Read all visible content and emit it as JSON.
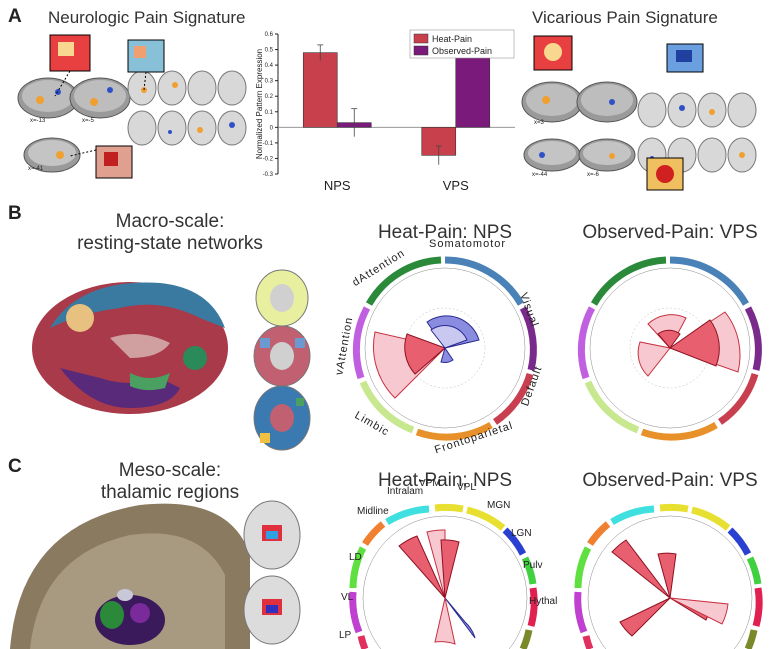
{
  "panels": {
    "a_letter": "A",
    "b_letter": "B",
    "c_letter": "C"
  },
  "panel_a": {
    "left_title": "Neurologic Pain Signature",
    "right_title": "Vicarious Pain Signature",
    "slice_labels_left": [
      "x=-13",
      "x=-5",
      "x=-41"
    ],
    "slice_labels_right": [
      "x=3",
      "x=-44",
      "x=-6"
    ]
  },
  "panel_b": {
    "title_line1": "Macro-scale:",
    "title_line2": "resting-state networks",
    "polar_left_title": "Heat-Pain: NPS",
    "polar_right_title": "Observed-Pain: VPS",
    "network_labels": [
      "Somatomotor",
      "Visual",
      "Default",
      "Frontoparietal",
      "Limbic",
      "vAttention",
      "dAttention"
    ]
  },
  "panel_c": {
    "title_line1": "Meso-scale:",
    "title_line2": "thalamic regions",
    "polar_left_title": "Heat-Pain: NPS",
    "polar_right_title": "Observed-Pain: VPS",
    "region_labels": [
      "VPM",
      "VPL",
      "MGN",
      "LGN",
      "Pulv",
      "Hythal",
      "LP",
      "VL",
      "LD",
      "Midline",
      "Intralam"
    ]
  },
  "colors": {
    "heat_pain": "#c8404c",
    "observed_pain": "#7a1a7a",
    "positive_wedge": "#f19aa6",
    "negative_wedge": "#8a8ce0"
  },
  "chart_data": {
    "type": "bar",
    "categories": [
      "NPS",
      "VPS"
    ],
    "series": [
      {
        "name": "Heat-Pain",
        "values": [
          0.48,
          -0.18
        ],
        "errors": [
          0.05,
          0.06
        ]
      },
      {
        "name": "Observed-Pain",
        "values": [
          0.03,
          0.51
        ],
        "errors": [
          0.09,
          0.04
        ]
      }
    ],
    "title": "",
    "xlabel": "",
    "ylabel": "Normalized Pattern Expression",
    "ylim": [
      -0.3,
      0.6
    ],
    "yticks": [
      "-0.3",
      "-0.2",
      "-0.1",
      "0",
      "0.1",
      "0.2",
      "0.3",
      "0.4",
      "0.5",
      "0.6"
    ],
    "grid": false,
    "legend": "top-right"
  }
}
